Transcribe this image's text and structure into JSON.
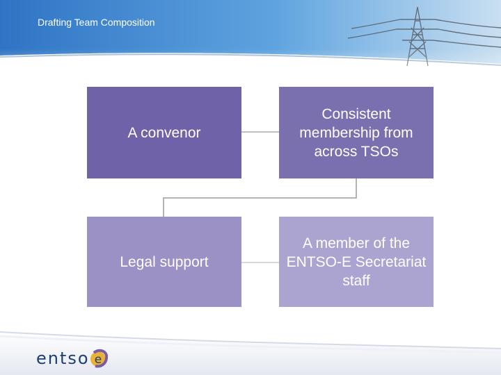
{
  "slide": {
    "title": "Drafting Team Composition"
  },
  "org_chart": {
    "boxes": [
      {
        "label": "A convenor",
        "color": "#6f62a8"
      },
      {
        "label": "Consistent membership from across TSOs",
        "color": "#7b70af"
      },
      {
        "label": "Legal support",
        "color": "#9b91c5"
      },
      {
        "label": "A member of the ENTSO-E Secretariat staff",
        "color": "#aba3d0"
      }
    ]
  },
  "logo": {
    "text": "entso",
    "letter": "e",
    "brand_color": "#1d3f6e",
    "accent_color": "#7a5ba6"
  },
  "header": {
    "background_color": "#4a8fd0",
    "icon": "power-pylon-icon"
  }
}
